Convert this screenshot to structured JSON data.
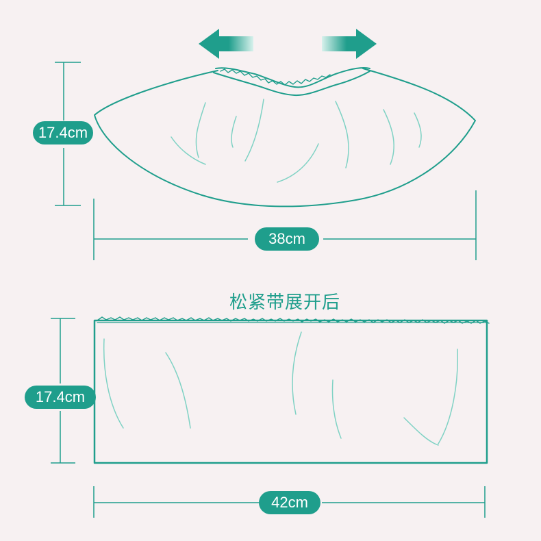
{
  "theme": {
    "accent": "#1f9e8c",
    "accent_light": "#9fdcd2",
    "background": "#f7f1f2"
  },
  "top_cover": {
    "height_label": "17.4cm",
    "width_label": "38cm",
    "arrows": [
      "arrow-left-icon",
      "arrow-right-icon"
    ]
  },
  "caption": "松紧带展开后",
  "bottom_cover": {
    "height_label": "17.4cm",
    "width_label": "42cm"
  }
}
